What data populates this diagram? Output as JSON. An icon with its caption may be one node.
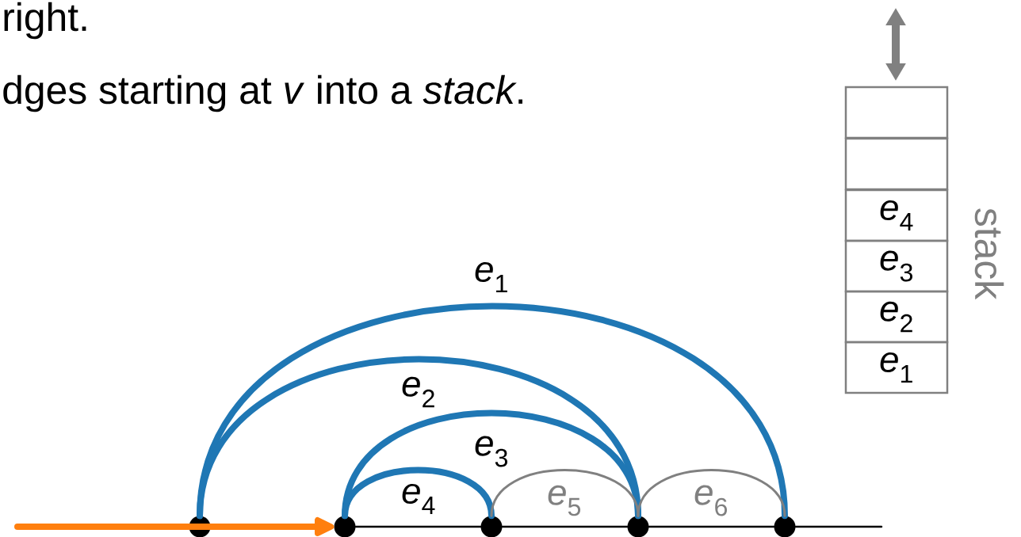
{
  "diagram": {
    "nodes": [
      {
        "text": [],
        "shape": "circle"
      },
      {
        "text": [],
        "shape": "circle"
      },
      {
        "text": [],
        "shape": "circle"
      },
      {
        "text": [],
        "shape": "circle"
      },
      {
        "text": [],
        "shape": "circle"
      },
      {
        "text": [],
        "shape": "box"
      },
      {
        "text": [],
        "shape": "box"
      },
      {
        "text": [
          "*e*$_{4}$"
        ]
      },
      {
        "text": [
          "*e*$_{3}$"
        ]
      },
      {
        "text": [
          "*e*$_{2}$"
        ]
      },
      {
        "text": [
          "*e*$_{1}$"
        ]
      }
    ],
    "edges": [
      {
        "from": null,
        "to": 1,
        "arrow": "to",
        "style": "thick",
        "color": "#ff7f0e"
      },
      {
        "from": 1,
        "to": 2,
        "arrow": "none"
      },
      {
        "from": 2,
        "to": 3,
        "arrow": "none"
      },
      {
        "from": 3,
        "to": 4,
        "arrow": "none"
      },
      {
        "from": 4,
        "to": null,
        "arrow": "none"
      },
      {
        "from": 0,
        "to": 4,
        "arrow": "none",
        "label": "*e*$_{1}$",
        "style": "thick",
        "color": "#1f77b4"
      },
      {
        "from": 0,
        "to": 3,
        "arrow": "none",
        "label": "*e*$_{2}$",
        "style": "thick",
        "color": "#1f77b4"
      },
      {
        "from": 1,
        "to": 3,
        "arrow": "none",
        "label": "*e*$_{3}$",
        "style": "thick",
        "color": "#1f77b4"
      },
      {
        "from": 1,
        "to": 2,
        "arrow": "none",
        "label": "*e*$_{4}$",
        "style": "thick",
        "color": "#1f77b4"
      },
      {
        "from": 2,
        "to": 3,
        "arrow": "none",
        "label": "*e*$_{5}$",
        "color": "#808080"
      },
      {
        "from": 3,
        "to": 4,
        "arrow": "none",
        "label": "*e*$_{6}$",
        "color": "#808080"
      }
    ],
    "labels": [
      "right.",
      "dges starting at *v* into a *stack*.",
      "stack"
    ]
  }
}
